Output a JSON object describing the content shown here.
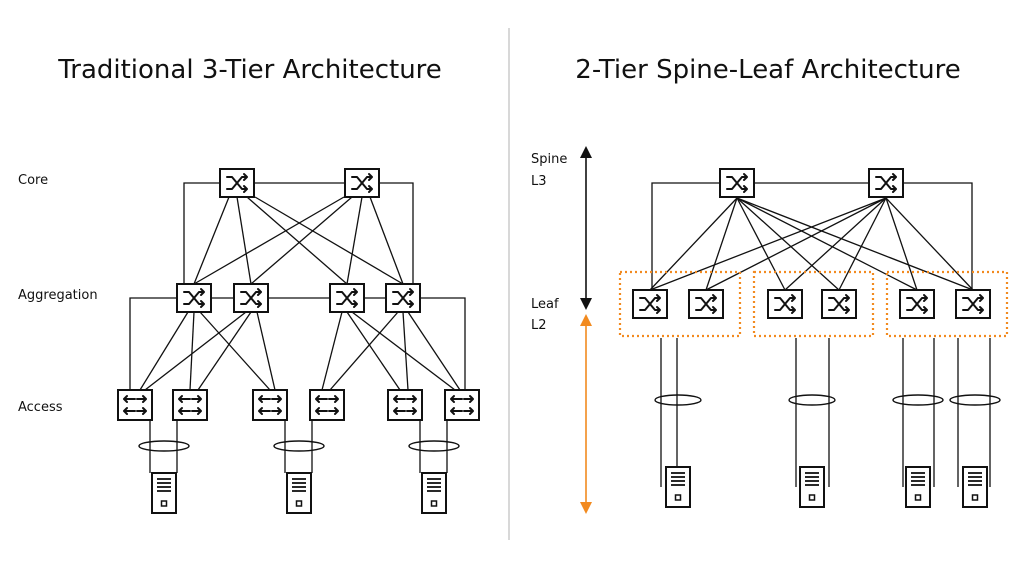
{
  "colors": {
    "ink": "#111111",
    "accent": "#f28a1f",
    "divider": "#bdbdbd"
  },
  "left": {
    "title": "Traditional 3-Tier Architecture",
    "tiers": {
      "core": "Core",
      "aggregation": "Aggregation",
      "access": "Access"
    },
    "icons": {
      "core": "core-switch-icon",
      "aggregation": "aggregation-switch-icon",
      "access": "access-switch-icon",
      "server": "server-icon"
    }
  },
  "right": {
    "title": "2-Tier Spine-Leaf Architecture",
    "tiers": {
      "spine": "Spine",
      "spine_layer": "L3",
      "leaf": "Leaf",
      "leaf_layer": "L2"
    },
    "icons": {
      "spine": "spine-switch-icon",
      "leaf": "leaf-switch-icon",
      "server": "server-icon"
    }
  }
}
